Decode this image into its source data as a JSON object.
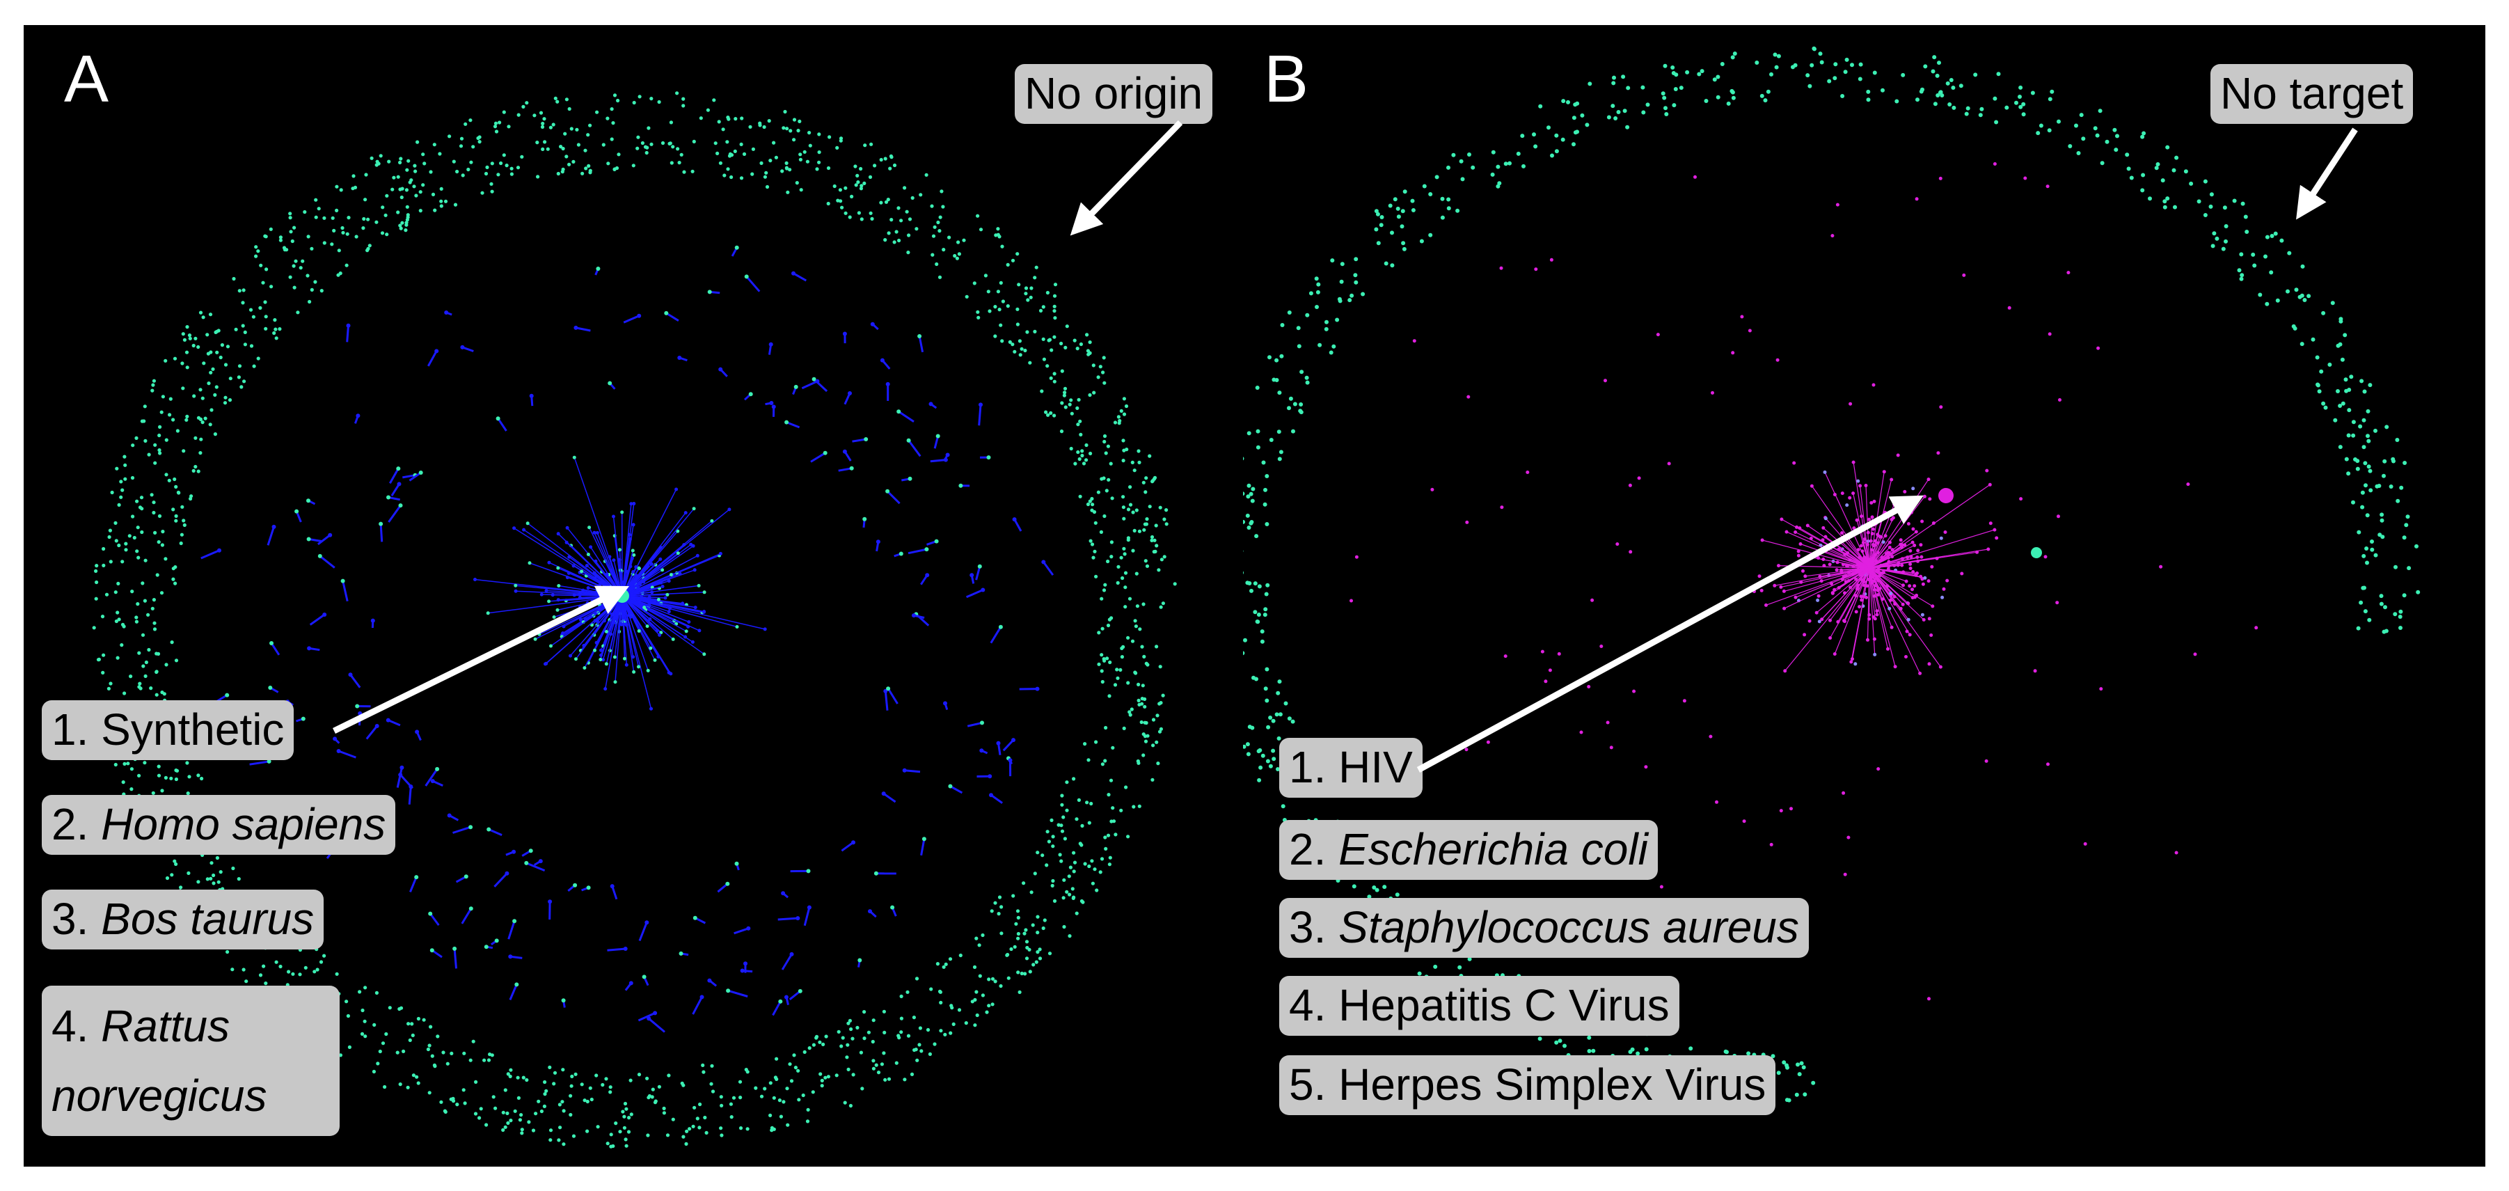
{
  "panel_a": {
    "letter": "A",
    "corner_label": "No origin",
    "ranked_labels": [
      {
        "num": "1. ",
        "name": "Synthetic",
        "italic": false
      },
      {
        "num": "2. ",
        "name": "Homo sapiens",
        "italic": true
      },
      {
        "num": "3. ",
        "name": "Bos taurus",
        "italic": true
      },
      {
        "num": "4. ",
        "name": "Rattus norvegicus",
        "italic": true
      }
    ]
  },
  "panel_b": {
    "letter": "B",
    "corner_label": "No target",
    "ranked_labels": [
      {
        "num": "1. ",
        "name": "HIV",
        "italic": false
      },
      {
        "num": "2. ",
        "name": "Escherichia coli",
        "italic": true
      },
      {
        "num": "3. ",
        "name": "Staphylococcus aureus",
        "italic": true
      },
      {
        "num": "4. ",
        "name": "Hepatitis C Virus",
        "italic": false
      },
      {
        "num": "5. ",
        "name": "Herpes Simplex Virus",
        "italic": false
      }
    ]
  },
  "colors": {
    "background": "#000000",
    "teal": "#3cf0b4",
    "blue": "#1a1aff",
    "magenta": "#e020e0",
    "label_bg": "#c8c8c8",
    "arrow": "#ffffff"
  }
}
